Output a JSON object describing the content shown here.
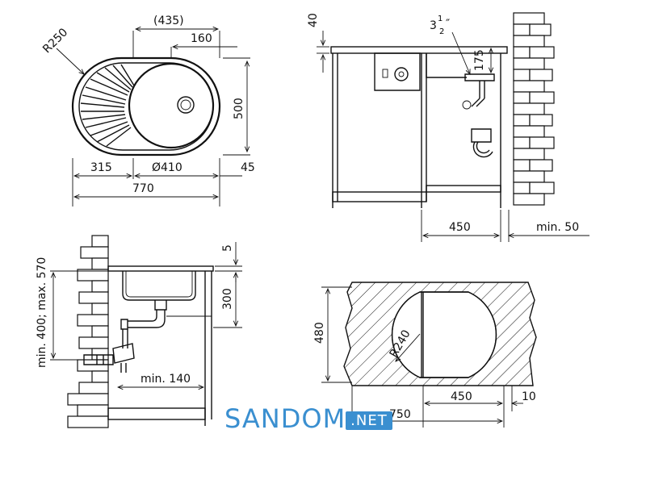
{
  "top_view": {
    "dim_435": "(435)",
    "dim_160": "160",
    "dim_r250": "R250",
    "dim_500": "500",
    "dim_315": "315",
    "dim_d410": "Ø410",
    "dim_45": "45",
    "dim_770": "770"
  },
  "side_view": {
    "dim_40": "40",
    "dim_3half_whole": "3",
    "dim_3half_num": "1",
    "dim_3half_den": "2",
    "dim_3half_inch": "″",
    "dim_175": "175",
    "dim_450": "450",
    "dim_min50": "min. 50"
  },
  "front_view": {
    "dim_5": "5",
    "dim_300": "300",
    "dim_minmax": "min. 400; max. 570",
    "dim_min140": "min. 140"
  },
  "cutout_view": {
    "dim_480": "480",
    "dim_r240": "R240",
    "dim_450": "450",
    "dim_10": "10",
    "dim_750": "750"
  },
  "watermark": {
    "main": "SANDOM",
    "suffix": ".NET"
  }
}
